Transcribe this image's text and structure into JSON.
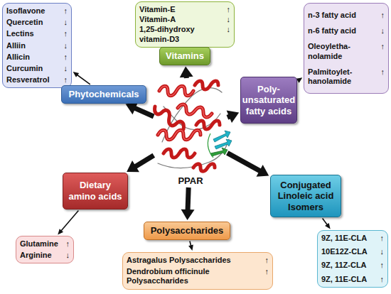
{
  "diagram": {
    "nodes": [
      {
        "text": [
          "Isoflavone",
          "↑",
          "Quercetin",
          "↓",
          "Lectins",
          "↑",
          "Alliin",
          "↓",
          "Allicin",
          "↑",
          "Curcumin",
          "↓",
          "Resveratrol",
          "↑"
        ]
      },
      {
        "text": [
          "Vitamin-E",
          "↑",
          "Vitamin-A",
          "↓",
          "1,25-dihydroxy vitamin-D3",
          "↓"
        ]
      },
      {
        "text": [
          "n-3 fatty acid",
          "↑",
          "n-6 fatty acid",
          "↓",
          "Oleoyletha-nolamide",
          "↑",
          "Palmitoylet-hanolamide",
          "↑"
        ]
      },
      {
        "text": [
          "Vitamins"
        ]
      },
      {
        "text": [
          "Phytochemicals"
        ]
      },
      {
        "text": [
          "Poly-unsaturated fatty acids"
        ]
      },
      {
        "text": [
          "PPAR"
        ]
      },
      {
        "text": [
          "Dietary amino acids"
        ]
      },
      {
        "text": [
          "Conjugated Linoleic acid Isomers"
        ]
      },
      {
        "text": [
          "Polysaccharides"
        ]
      },
      {
        "text": [
          "Glutamine",
          "↑",
          "Arginine",
          "↓"
        ]
      },
      {
        "text": [
          "Astragalus Polysaccharides",
          "↑",
          "Dendrobium officinule Polysaccharides",
          "↑"
        ]
      },
      {
        "text": [
          "9Z, 11E-CLA",
          "↑",
          "10E12Z-CLA",
          "↓",
          "9Z, 11Z-CLA",
          "↑",
          "9Z, 11E-CLA",
          "↑"
        ]
      }
    ],
    "edges": [
      {
        "from": 6,
        "to": 4,
        "arrow": "to"
      },
      {
        "from": 6,
        "to": 3,
        "arrow": "to"
      },
      {
        "from": 6,
        "to": 5,
        "arrow": "to"
      },
      {
        "from": 6,
        "to": 7,
        "arrow": "to"
      },
      {
        "from": 6,
        "to": 9,
        "arrow": "to"
      },
      {
        "from": 6,
        "to": 8,
        "arrow": "to"
      },
      {
        "from": 4,
        "to": 0,
        "arrow": "to"
      },
      {
        "from": 3,
        "to": 1,
        "arrow": "to"
      },
      {
        "from": 5,
        "to": 2,
        "arrow": "to"
      },
      {
        "from": 7,
        "to": 10,
        "arrow": "to"
      },
      {
        "from": 9,
        "to": 11,
        "arrow": "to"
      },
      {
        "from": 8,
        "to": 12,
        "arrow": "to"
      }
    ]
  }
}
